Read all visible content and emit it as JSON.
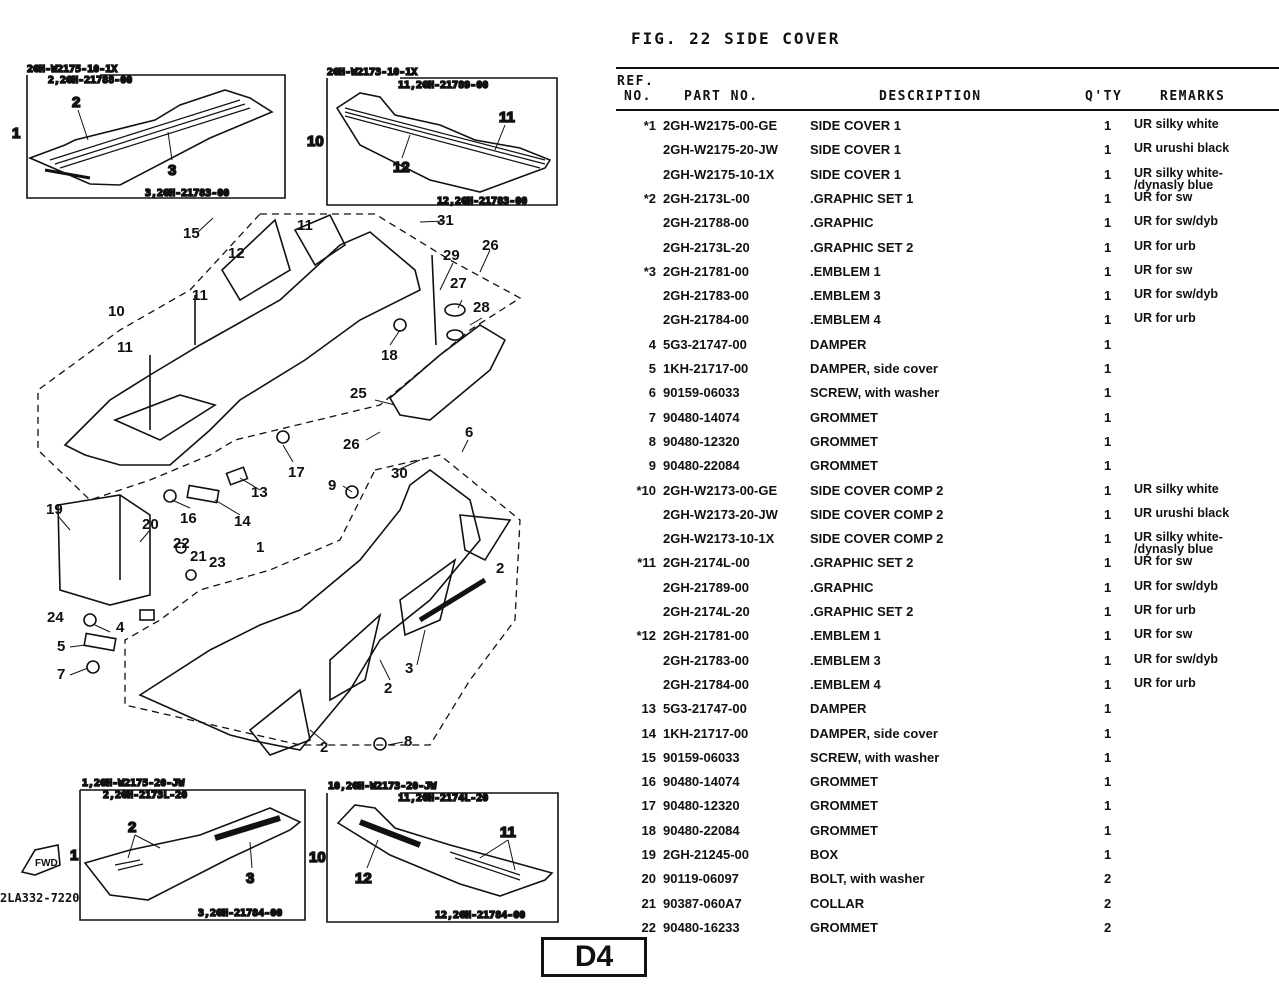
{
  "figure": {
    "title": "FIG. 22  SIDE COVER",
    "page_code": "D4"
  },
  "table": {
    "headers": {
      "ref_line1": "REF.",
      "ref_line2": "NO.",
      "part_no": "PART NO.",
      "description": "DESCRIPTION",
      "qty": "Q'TY",
      "remarks": "REMARKS"
    },
    "rows": [
      {
        "ref": "*1",
        "part": "2GH-W2175-00-GE",
        "desc": "SIDE COVER 1",
        "qty": "1",
        "rem": "UR silky white"
      },
      {
        "ref": "",
        "part": "2GH-W2175-20-JW",
        "desc": "SIDE COVER 1",
        "qty": "1",
        "rem": "UR urushi black"
      },
      {
        "ref": "",
        "part": "2GH-W2175-10-1X",
        "desc": "SIDE COVER 1",
        "qty": "1",
        "rem": "UR silky white-",
        "rem2": "/dynasly blue"
      },
      {
        "ref": "*2",
        "part": "2GH-2173L-00",
        "desc": ".GRAPHIC SET 1",
        "qty": "1",
        "rem": "UR for sw"
      },
      {
        "ref": "",
        "part": "2GH-21788-00",
        "desc": ".GRAPHIC",
        "qty": "1",
        "rem": "UR for sw/dyb"
      },
      {
        "ref": "",
        "part": "2GH-2173L-20",
        "desc": ".GRAPHIC SET 2",
        "qty": "1",
        "rem": "UR for urb"
      },
      {
        "ref": "*3",
        "part": "2GH-21781-00",
        "desc": ".EMBLEM 1",
        "qty": "1",
        "rem": "UR for sw"
      },
      {
        "ref": "",
        "part": "2GH-21783-00",
        "desc": ".EMBLEM 3",
        "qty": "1",
        "rem": "UR for sw/dyb"
      },
      {
        "ref": "",
        "part": "2GH-21784-00",
        "desc": ".EMBLEM 4",
        "qty": "1",
        "rem": "UR for urb"
      },
      {
        "ref": "4",
        "part": "5G3-21747-00",
        "desc": "DAMPER",
        "qty": "1",
        "rem": ""
      },
      {
        "ref": "5",
        "part": "1KH-21717-00",
        "desc": "DAMPER, side cover",
        "qty": "1",
        "rem": ""
      },
      {
        "ref": "6",
        "part": "90159-06033",
        "desc": "SCREW, with washer",
        "qty": "1",
        "rem": ""
      },
      {
        "ref": "7",
        "part": "90480-14074",
        "desc": "GROMMET",
        "qty": "1",
        "rem": ""
      },
      {
        "ref": "8",
        "part": "90480-12320",
        "desc": "GROMMET",
        "qty": "1",
        "rem": ""
      },
      {
        "ref": "9",
        "part": "90480-22084",
        "desc": "GROMMET",
        "qty": "1",
        "rem": ""
      },
      {
        "ref": "*10",
        "part": "2GH-W2173-00-GE",
        "desc": "SIDE COVER COMP 2",
        "qty": "1",
        "rem": "UR silky white"
      },
      {
        "ref": "",
        "part": "2GH-W2173-20-JW",
        "desc": "SIDE COVER COMP 2",
        "qty": "1",
        "rem": "UR urushi black"
      },
      {
        "ref": "",
        "part": "2GH-W2173-10-1X",
        "desc": "SIDE COVER COMP 2",
        "qty": "1",
        "rem": "UR silky white-",
        "rem2": "/dynasly blue"
      },
      {
        "ref": "*11",
        "part": "2GH-2174L-00",
        "desc": ".GRAPHIC SET 2",
        "qty": "1",
        "rem": "UR for sw"
      },
      {
        "ref": "",
        "part": "2GH-21789-00",
        "desc": ".GRAPHIC",
        "qty": "1",
        "rem": "UR for sw/dyb"
      },
      {
        "ref": "",
        "part": "2GH-2174L-20",
        "desc": ".GRAPHIC SET 2",
        "qty": "1",
        "rem": "UR for urb"
      },
      {
        "ref": "*12",
        "part": "2GH-21781-00",
        "desc": ".EMBLEM 1",
        "qty": "1",
        "rem": "UR for sw"
      },
      {
        "ref": "",
        "part": "2GH-21783-00",
        "desc": ".EMBLEM 3",
        "qty": "1",
        "rem": "UR for sw/dyb"
      },
      {
        "ref": "",
        "part": "2GH-21784-00",
        "desc": ".EMBLEM 4",
        "qty": "1",
        "rem": "UR for urb"
      },
      {
        "ref": "13",
        "part": "5G3-21747-00",
        "desc": "DAMPER",
        "qty": "1",
        "rem": ""
      },
      {
        "ref": "14",
        "part": "1KH-21717-00",
        "desc": "DAMPER, side cover",
        "qty": "1",
        "rem": ""
      },
      {
        "ref": "15",
        "part": "90159-06033",
        "desc": "SCREW, with washer",
        "qty": "1",
        "rem": ""
      },
      {
        "ref": "16",
        "part": "90480-14074",
        "desc": "GROMMET",
        "qty": "1",
        "rem": ""
      },
      {
        "ref": "17",
        "part": "90480-12320",
        "desc": "GROMMET",
        "qty": "1",
        "rem": ""
      },
      {
        "ref": "18",
        "part": "90480-22084",
        "desc": "GROMMET",
        "qty": "1",
        "rem": ""
      },
      {
        "ref": "19",
        "part": "2GH-21245-00",
        "desc": "BOX",
        "qty": "1",
        "rem": ""
      },
      {
        "ref": "20",
        "part": "90119-06097",
        "desc": "BOLT, with washer",
        "qty": "2",
        "rem": ""
      },
      {
        "ref": "21",
        "part": "90387-060A7",
        "desc": "COLLAR",
        "qty": "2",
        "rem": ""
      },
      {
        "ref": "22",
        "part": "90480-16233",
        "desc": "GROMMET",
        "qty": "2",
        "rem": ""
      }
    ]
  },
  "diagram": {
    "inset_top_left": {
      "title": "2GH-W2175-10-1X",
      "sub": "2,2GH-21788-00",
      "foot": "3,2GH-21783-00",
      "ref": "1",
      "callouts": [
        "2",
        "3"
      ]
    },
    "inset_top_right": {
      "title": "2GH-W2173-10-1X",
      "sub": "11,2GH-21789-00",
      "foot": "12,2GH-21783-00",
      "ref": "10",
      "callouts": [
        "11",
        "12"
      ]
    },
    "inset_bottom_left": {
      "title": "1,2GH-W2175-20-JW",
      "sub": "2,2GH-2173L-20",
      "foot": "3,2GH-21784-00",
      "ref": "1",
      "callouts": [
        "2",
        "3"
      ]
    },
    "inset_bottom_right": {
      "title": "10,2GH-W2173-20-JW",
      "sub": "11,2GH-2174L-20",
      "foot": "12,2GH-21784-00",
      "ref": "10",
      "callouts": [
        "11",
        "12"
      ]
    },
    "fwd_label": "FWD",
    "drawing_code": "2LA332-7220",
    "callouts": [
      "15",
      "12",
      "11",
      "11",
      "10",
      "11",
      "31",
      "29",
      "26",
      "27",
      "28",
      "18",
      "25",
      "26",
      "6",
      "17",
      "13",
      "16",
      "14",
      "9",
      "30",
      "19",
      "20",
      "22",
      "21",
      "23",
      "1",
      "2",
      "24",
      "4",
      "5",
      "7",
      "3",
      "2",
      "2",
      "8"
    ]
  }
}
